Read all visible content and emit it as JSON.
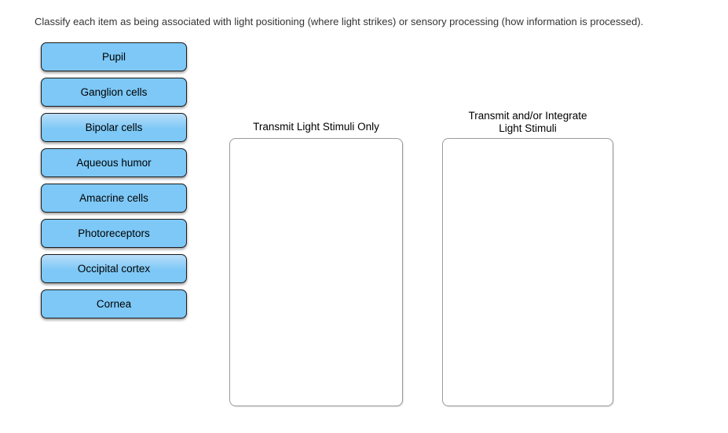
{
  "instruction": "Classify each item as being associated with light positioning (where light strikes) or sensory processing (how information is processed).",
  "items": [
    "Pupil",
    "Ganglion cells",
    "Bipolar cells",
    "Aqueous humor",
    "Amacrine cells",
    "Photoreceptors",
    "Occipital cortex",
    "Cornea"
  ],
  "bins": [
    {
      "title": "Transmit Light Stimuli Only"
    },
    {
      "title": "Transmit and/or Integrate\nLight Stimuli"
    }
  ],
  "colors": {
    "item_fill": "#7dc8f7",
    "item_border": "#1c1c1c",
    "bin_border": "#9b9b9b",
    "label_text": "#000000",
    "instruction_text": "#333333"
  }
}
